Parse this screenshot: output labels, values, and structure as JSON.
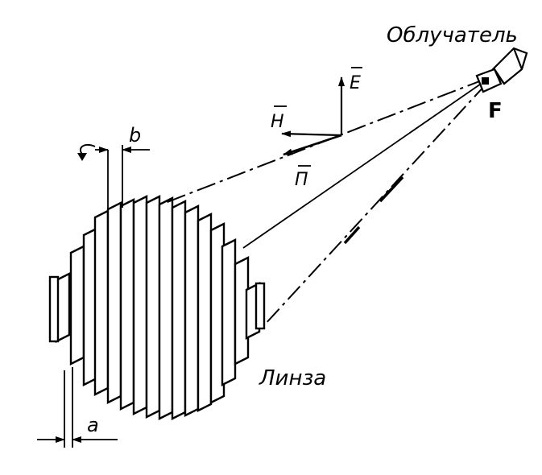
{
  "labels": {
    "feed": "Облучатель",
    "focus": "F",
    "lens": "Линза",
    "e_vector": "E",
    "h_vector": "H",
    "poynting_vector": "П",
    "spacing_b": "b",
    "width_a": "a"
  },
  "colors": {
    "ink": "#000000",
    "paper": "#ffffff"
  }
}
